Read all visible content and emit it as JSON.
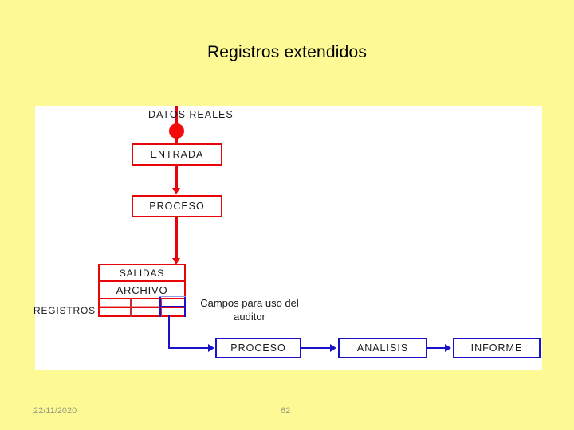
{
  "slide": {
    "title": "Registros extendidos",
    "background_color": "#fdfa95"
  },
  "colors": {
    "red": "#e8050a",
    "blue": "#1a12c8",
    "panel": "#ffffff",
    "text": "#1a1a1a",
    "footer_text": "#9a9a7e"
  },
  "diagram": {
    "input_label": "DATOS REALES",
    "red_flow": [
      {
        "label": "ENTRADA"
      },
      {
        "label": "PROCESO"
      }
    ],
    "table": {
      "header_rows": [
        "SALIDAS",
        "ARCHIVO"
      ],
      "side_label": "REGISTROS",
      "grid_columns": 3,
      "grid_rows": 2,
      "highlighted_column_index": 3
    },
    "annotation": "Campos para uso del auditor",
    "blue_flow": [
      {
        "label": "PROCESO"
      },
      {
        "label": "ANALISIS"
      },
      {
        "label": "INFORME"
      }
    ]
  },
  "footer": {
    "date": "22/11/2020",
    "page": "62"
  }
}
